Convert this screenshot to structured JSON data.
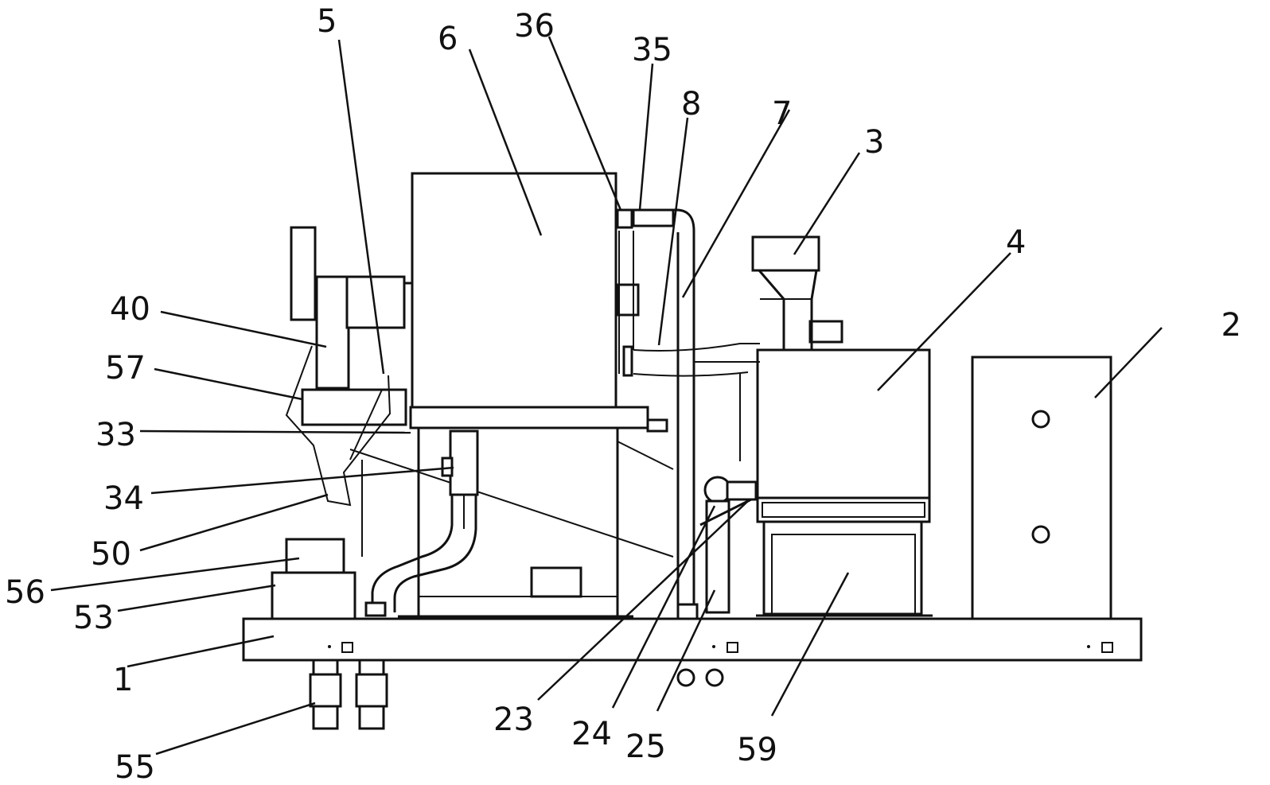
{
  "labels": {
    "l1": "1",
    "l2": "2",
    "l3": "3",
    "l4": "4",
    "l5": "5",
    "l6": "6",
    "l7": "7",
    "l8": "8",
    "l23": "23",
    "l24": "24",
    "l25": "25",
    "l33": "33",
    "l34": "34",
    "l35": "35",
    "l36": "36",
    "l40": "40",
    "l50": "50",
    "l53": "53",
    "l55": "55",
    "l56": "56",
    "l57": "57",
    "l59": "59"
  }
}
